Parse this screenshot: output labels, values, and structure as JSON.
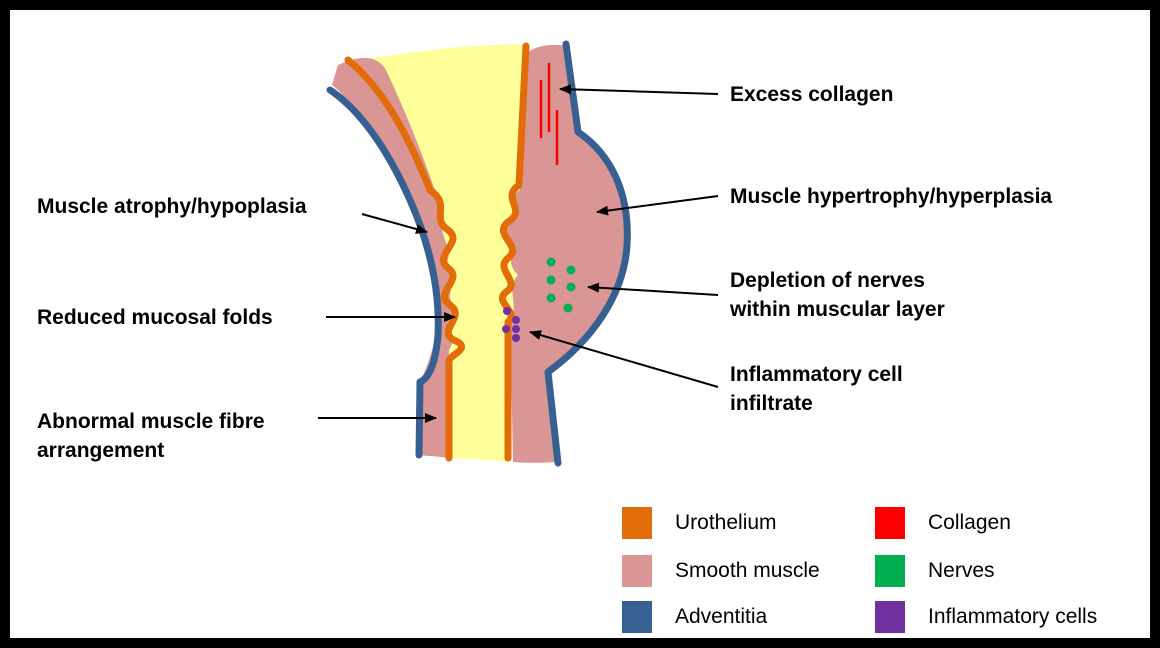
{
  "colors": {
    "urothelium": "#e36c0a",
    "smooth_muscle": "#d99694",
    "adventitia": "#376092",
    "lumen": "#ffff99",
    "collagen": "#ff0000",
    "nerves": "#00b050",
    "inflammatory": "#7030a0",
    "frame": "#000000"
  },
  "annotations": {
    "excess_collagen": "Excess collagen",
    "muscle_atrophy": "Muscle atrophy/hypoplasia",
    "muscle_hypertrophy": "Muscle hypertrophy/hyperplasia",
    "nerve_depletion": [
      "Depletion of nerves",
      "within muscular layer"
    ],
    "reduced_folds": "Reduced mucosal folds",
    "inflammatory_infiltrate": [
      "Inflammatory cell",
      "infiltrate"
    ],
    "abnormal_fibre": [
      "Abnormal muscle fibre",
      "arrangement"
    ]
  },
  "legend": [
    {
      "label": "Urothelium",
      "color": "#e36c0a"
    },
    {
      "label": "Collagen",
      "color": "#ff0000"
    },
    {
      "label": "Smooth muscle",
      "color": "#d99694"
    },
    {
      "label": "Nerves",
      "color": "#00b050"
    },
    {
      "label": "Adventitia",
      "color": "#376092"
    },
    {
      "label": "Inflammatory cells",
      "color": "#7030a0"
    }
  ]
}
